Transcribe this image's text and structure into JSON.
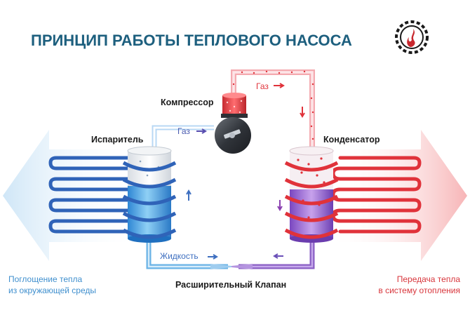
{
  "title": "ПРИНЦИП РАБОТЫ ТЕПЛОВОГО НАСОСА",
  "labels": {
    "compressor": "Компрессор",
    "evaporator": "Испаритель",
    "condenser": "Конденсатор",
    "expansion_valve": "Расширительный Клапан",
    "gas_top": "Газ",
    "gas_left": "Газ",
    "liquid": "Жидкость"
  },
  "left_caption": [
    "Поглощение тепла",
    "из окружающей среды"
  ],
  "right_caption": [
    "Передача тепла",
    "в систему отопления"
  ],
  "colors": {
    "title": "#1d5f7e",
    "cold": "#2f63b8",
    "cold_light": "#5ea9e0",
    "hot": "#e0323a",
    "hot_light": "#f3a0a3",
    "liquid_mix": "#8a5fc4",
    "left_caption": "#3f8fce",
    "right_caption": "#d8363c",
    "logo": "#c8282e"
  },
  "logo_icon": "gear-flame-icon"
}
